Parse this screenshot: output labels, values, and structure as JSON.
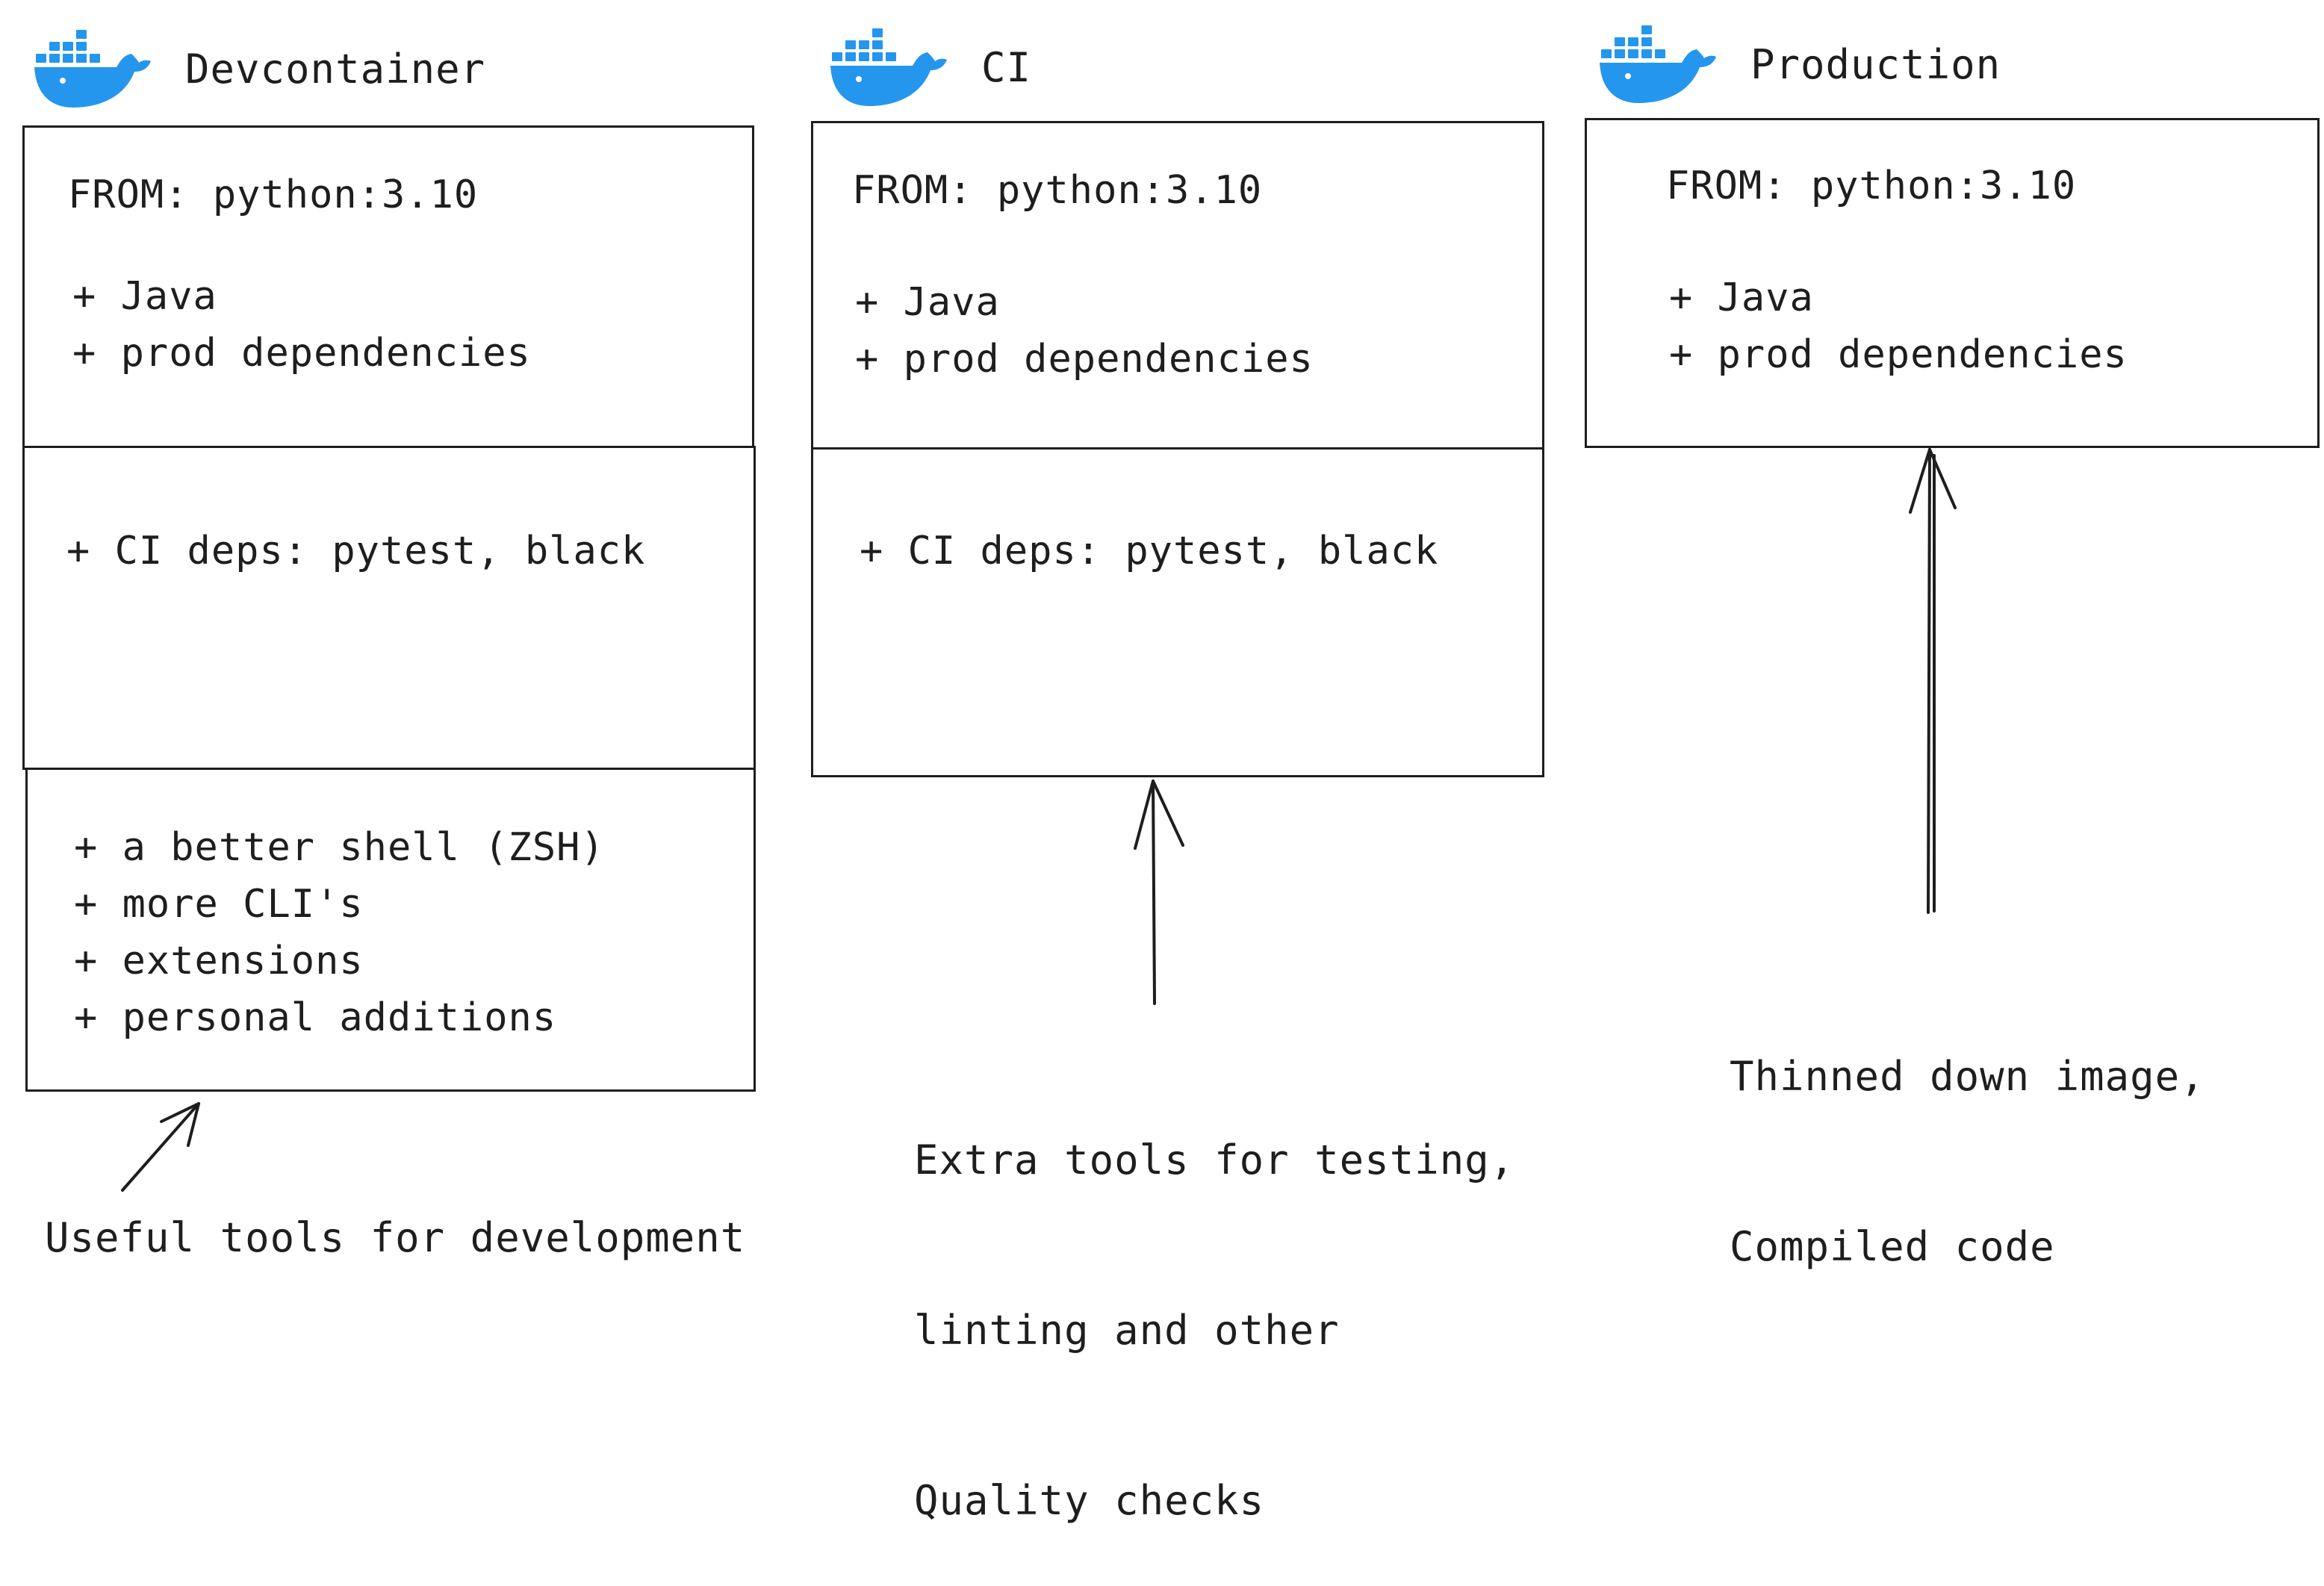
{
  "colors": {
    "stroke": "#1e1e1e",
    "docker_blue": "#2496ed",
    "background": "#ffffff"
  },
  "icons": {
    "logo": "docker-whale-icon"
  },
  "columns": {
    "devcontainer": {
      "title": "Devcontainer",
      "base": {
        "from": "FROM: python:3.10",
        "line1": "+ Java",
        "line2": "+ prod dependencies"
      },
      "ci": {
        "line1": "+ CI deps: pytest, black"
      },
      "dev": {
        "line1": "+ a better shell (ZSH)",
        "line2": "+ more CLI's",
        "line3": "+ extensions",
        "line4": "+ personal additions"
      },
      "note": "Useful tools for development"
    },
    "ci": {
      "title": "CI",
      "base": {
        "from": "FROM: python:3.10",
        "line1": "+ Java",
        "line2": "+ prod dependencies"
      },
      "ci": {
        "line1": "+ CI deps: pytest, black"
      },
      "note": {
        "line1": "Extra tools for testing,",
        "line2": "linting and other",
        "line3": "Quality checks"
      }
    },
    "production": {
      "title": "Production",
      "base": {
        "from": "FROM: python:3.10",
        "line1": "+ Java",
        "line2": "+ prod dependencies"
      },
      "note": {
        "line1": "Thinned down image,",
        "line2": "Compiled code"
      }
    }
  }
}
